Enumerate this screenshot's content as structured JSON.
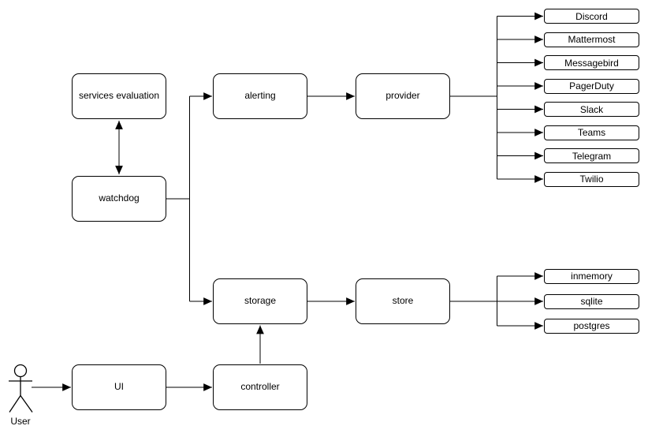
{
  "diagram": {
    "nodes": {
      "services_evaluation": {
        "label": "services evaluation"
      },
      "watchdog": {
        "label": "watchdog"
      },
      "alerting": {
        "label": "alerting"
      },
      "provider": {
        "label": "provider"
      },
      "storage": {
        "label": "storage"
      },
      "store": {
        "label": "store"
      },
      "ui": {
        "label": "UI"
      },
      "controller": {
        "label": "controller"
      }
    },
    "provider_targets": [
      "Discord",
      "Mattermost",
      "Messagebird",
      "PagerDuty",
      "Slack",
      "Teams",
      "Telegram",
      "Twilio"
    ],
    "store_targets": [
      "inmemory",
      "sqlite",
      "postgres"
    ],
    "actor": {
      "label": "User"
    },
    "colors": {
      "stroke": "#000000",
      "node_fill": "#ffffff",
      "text": "#000000",
      "background": "#ffffff"
    }
  }
}
